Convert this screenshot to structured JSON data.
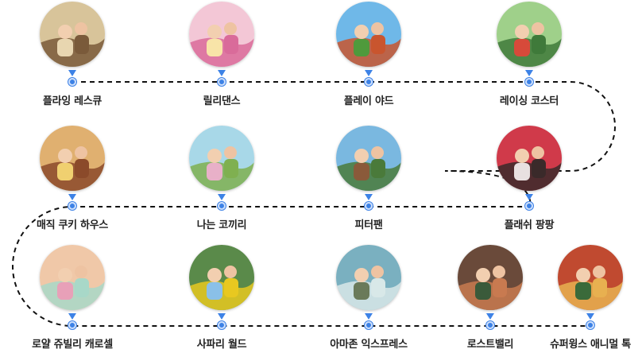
{
  "attractions": [
    {
      "id": "flying-rescue",
      "label": "플라잉 레스큐",
      "palette": [
        "#d8c49a",
        "#7a5a3a",
        "#e8d6b0"
      ]
    },
    {
      "id": "lilly-dance",
      "label": "릴리댄스",
      "palette": [
        "#f3c7d6",
        "#d96b9a",
        "#f8e4a8"
      ]
    },
    {
      "id": "play-yard",
      "label": "플레이 야드",
      "palette": [
        "#6fb8e8",
        "#c9552e",
        "#4f9a3c"
      ]
    },
    {
      "id": "racing-coaster",
      "label": "레이싱 코스터",
      "palette": [
        "#9fd08a",
        "#3f7a3a",
        "#d74a3a"
      ]
    },
    {
      "id": "magic-cookie-house",
      "label": "매직 쿠키 하우스",
      "palette": [
        "#e0b070",
        "#8b4a2a",
        "#f0d070"
      ]
    },
    {
      "id": "dumbo",
      "label": "나는 코끼리",
      "palette": [
        "#a8d8e8",
        "#7fb050",
        "#e8b0c8"
      ]
    },
    {
      "id": "peter-pan",
      "label": "피터팬",
      "palette": [
        "#7ab8e0",
        "#4a7a3a",
        "#8a5a3a"
      ]
    },
    {
      "id": "flash-pangpang",
      "label": "플래쉬 팡팡",
      "palette": [
        "#d03a4a",
        "#3a2a2a",
        "#e8e0e0"
      ]
    },
    {
      "id": "royal-jubilee-carousel",
      "label": "로얄 쥬빌리 캐로셀",
      "palette": [
        "#f0c8a8",
        "#a8d8c8",
        "#e8a0b8"
      ]
    },
    {
      "id": "safari-world",
      "label": "사파리 월드",
      "palette": [
        "#5a8a4a",
        "#e8c820",
        "#8ac0e8"
      ]
    },
    {
      "id": "amazon-express",
      "label": "아마존 익스프레스",
      "palette": [
        "#7ab0c0",
        "#d8e8e8",
        "#6a7a5a"
      ]
    },
    {
      "id": "lost-valley",
      "label": "로스트밸리",
      "palette": [
        "#6a4a3a",
        "#c87a50",
        "#3a5a3a"
      ]
    },
    {
      "id": "super-wings-animal-talk",
      "label": "슈퍼윙스 애니멀 톡",
      "palette": [
        "#c04a30",
        "#e8b050",
        "#3a6a3a"
      ]
    }
  ],
  "accent_color": "#3d82e6",
  "path_color": "#111111"
}
